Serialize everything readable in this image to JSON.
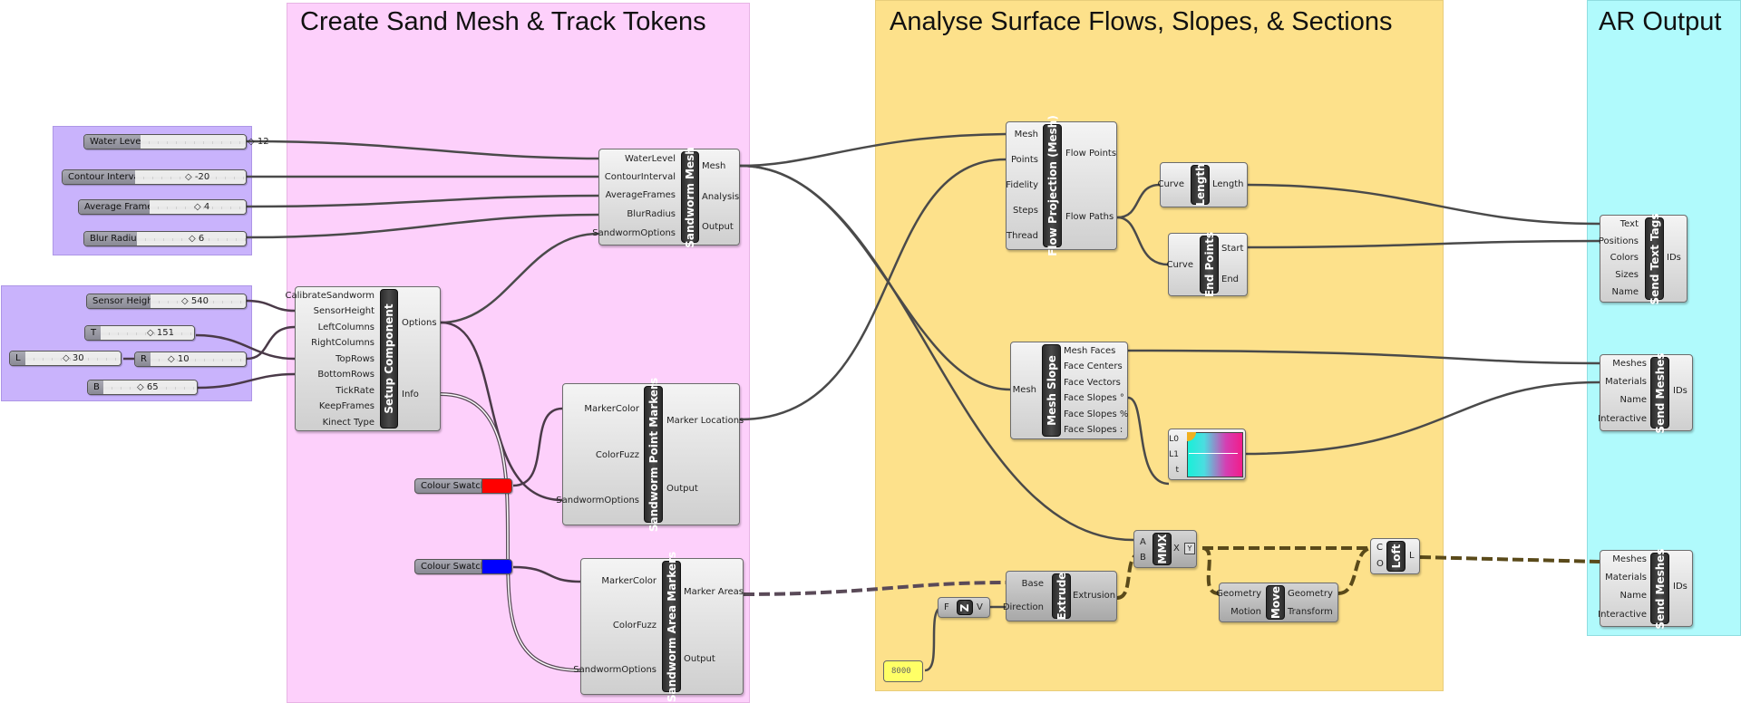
{
  "groups": {
    "sand": {
      "title": "Create Sand Mesh & Track Tokens",
      "color": "#fdd0fb"
    },
    "analyse": {
      "title": "Analyse Surface Flows, Slopes, & Sections",
      "color": "#fde18b"
    },
    "ar": {
      "title": "AR Output",
      "color": "#b0fafc"
    }
  },
  "sliders": [
    {
      "label": "Water Level",
      "value": "12"
    },
    {
      "label": "Contour Interval",
      "value": "-20"
    },
    {
      "label": "Average Frames",
      "value": "4"
    },
    {
      "label": "Blur Radius",
      "value": "6"
    },
    {
      "label": "Sensor Height",
      "value": "540"
    },
    {
      "label": "T",
      "value": "151"
    },
    {
      "label": "L",
      "value": "30"
    },
    {
      "label": "R",
      "value": "10"
    },
    {
      "label": "B",
      "value": "65"
    }
  ],
  "swatches": [
    {
      "label": "Colour Swatch",
      "color": "#ff0000"
    },
    {
      "label": "Colour Swatch",
      "color": "#0000ff"
    }
  ],
  "components": {
    "setup": {
      "name": "Setup Component",
      "inputs": [
        "CalibrateSandworm",
        "SensorHeight",
        "LeftColumns",
        "RightColumns",
        "TopRows",
        "BottomRows",
        "TickRate",
        "KeepFrames",
        "Kinect Type"
      ],
      "outputs": [
        "Options",
        "Info"
      ]
    },
    "mesh": {
      "name": "Sandworm Mesh",
      "inputs": [
        "WaterLevel",
        "ContourInterval",
        "AverageFrames",
        "BlurRadius",
        "SandwormOptions"
      ],
      "outputs": [
        "Mesh",
        "Analysis",
        "Output"
      ]
    },
    "point_markers": {
      "name": "Sandworm Point Markers",
      "inputs": [
        "MarkerColor",
        "ColorFuzz",
        "SandwormOptions"
      ],
      "outputs": [
        "Marker Locations",
        "Output"
      ]
    },
    "area_markers": {
      "name": "Sandworm Area Markers",
      "inputs": [
        "MarkerColor",
        "ColorFuzz",
        "SandwormOptions"
      ],
      "outputs": [
        "Marker Areas",
        "Output"
      ]
    },
    "flow": {
      "name": "Flow Projection (Mesh)",
      "inputs": [
        "Mesh",
        "Points",
        "Fidelity",
        "Steps",
        "Thread"
      ],
      "outputs": [
        "Flow Points",
        "Flow Paths"
      ]
    },
    "length": {
      "name": "Length",
      "inputs": [
        "Curve"
      ],
      "outputs": [
        "Length"
      ]
    },
    "endpoints": {
      "name": "End Points",
      "inputs": [
        "Curve"
      ],
      "outputs": [
        "Start",
        "End"
      ]
    },
    "slope": {
      "name": "Mesh Slope",
      "inputs": [
        "Mesh"
      ],
      "outputs": [
        "Mesh Faces",
        "Face Centers",
        "Face Vectors",
        "Face Slopes °",
        "Face Slopes %",
        "Face Slopes :"
      ]
    },
    "gradient": {
      "inputs": [
        "L0",
        "L1",
        "t"
      ]
    },
    "mmx": {
      "name": "MMX",
      "inputs": [
        "A",
        "B"
      ],
      "outputs": [
        "X"
      ]
    },
    "extrude": {
      "name": "Extrude",
      "inputs": [
        "Base",
        "Direction"
      ],
      "outputs": [
        "Extrusion"
      ]
    },
    "zvec": {
      "name": "Z",
      "inputs": [
        "F"
      ],
      "outputs": [
        "V"
      ]
    },
    "move": {
      "name": "Move",
      "inputs": [
        "Geometry",
        "Motion"
      ],
      "outputs": [
        "Geometry",
        "Transform"
      ]
    },
    "loft": {
      "name": "Loft",
      "inputs": [
        "C",
        "O"
      ],
      "outputs": [
        "L"
      ]
    },
    "text_tags": {
      "name": "Send Text Tags",
      "inputs": [
        "Text",
        "Positions",
        "Colors",
        "Sizes",
        "Name"
      ],
      "outputs": [
        "IDs"
      ]
    },
    "send_meshes_1": {
      "name": "Send Meshes",
      "inputs": [
        "Meshes",
        "Materials",
        "Name",
        "Interactive"
      ],
      "outputs": [
        "IDs"
      ]
    },
    "send_meshes_2": {
      "name": "Send Meshes",
      "inputs": [
        "Meshes",
        "Materials",
        "Name",
        "Interactive"
      ],
      "outputs": [
        "IDs"
      ]
    }
  },
  "panel": {
    "value": "8000"
  }
}
